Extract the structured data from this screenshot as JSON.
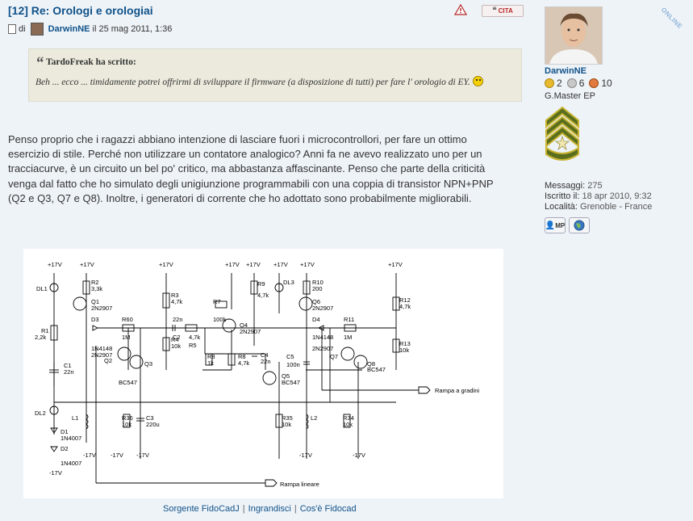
{
  "post": {
    "title": "[12] Re: Orologi e orologiai",
    "meta_prefix": "di",
    "author": "DarwinNE",
    "date": "il 25 mag 2011, 1:36",
    "quote_button": "CITA"
  },
  "quote": {
    "cite": "TardoFreak ha scritto:",
    "text": "Beh ... ecco ... timidamente potrei offrirmi di sviluppare il firmware (a disposizione di tutti) per fare l' orologio di EY."
  },
  "body": "Penso proprio che i ragazzi abbiano intenzione di lasciare fuori i microcontrollori, per fare un ottimo esercizio di stile. Perché non utilizzare un contatore analogico? Anni fa ne avevo realizzato uno per un tracciacurve, è un circuito un bel po' critico, ma abbastanza affascinante. Penso che parte della criticità venga dal fatto che ho simulato degli unigiunzione programmabili con una coppia di transistor NPN+PNP (Q2 e Q3, Q7 e Q8). Inoltre, i generatori di corrente che ho adottato sono probabilmente migliorabili.",
  "circuit": {
    "rails": [
      "+17V",
      "+17V",
      "+17V",
      "+17V",
      "+17V",
      "+17V",
      "+17V",
      "+17V"
    ],
    "neg_rails": [
      "-17V",
      "-17V",
      "-17V",
      "-17V",
      "-17V",
      "-17V"
    ],
    "components": [
      "DL1",
      "R2",
      "3,3k",
      "Q1",
      "2N2907",
      "R1",
      "2,2k",
      "D3",
      "1N4148",
      "R60",
      "1M",
      "2N2907",
      "Q2",
      "Q3",
      "BC547",
      "C1",
      "22n",
      "R3",
      "4,7k",
      "R4",
      "10k",
      "C2",
      "22n",
      "4,7k",
      "R5",
      "R7",
      "100k",
      "Q4",
      "2N2907",
      "R8",
      "1k",
      "R8",
      "4,7k",
      "C4",
      "22n",
      "Q5",
      "BC547",
      "R9",
      "4,7k",
      "DL3",
      "R10",
      "200",
      "Q6",
      "2N2907",
      "D4",
      "1N4148",
      "R11",
      "1M",
      "2N2907",
      "Q7",
      "Q8",
      "BC547",
      "C5",
      "100n",
      "R12",
      "4,7k",
      "R13",
      "10k",
      "DL2",
      "L1",
      "D1",
      "1N4007",
      "D2",
      "1N4007",
      "R36",
      "10k",
      "C3",
      "220u",
      "R35",
      "10k",
      "L2",
      "R34",
      "10k"
    ],
    "outputs": [
      "Rampa a gradini",
      "Rampa lineare"
    ]
  },
  "fido_links": [
    "Sorgente FidoCadJ",
    "Ingrandisci",
    "Cos'è Fidocad"
  ],
  "profile": {
    "online_label": "ONLINE",
    "username": "DarwinNE",
    "medals": [
      {
        "count": "2",
        "color": "#e8b830"
      },
      {
        "count": "6",
        "color": "#b8b8b8"
      },
      {
        "count": "10",
        "color": "#e07a40"
      }
    ],
    "rank": "G.Master EP",
    "stats": [
      {
        "label": "Messaggi:",
        "value": "275"
      },
      {
        "label": "Iscritto il:",
        "value": "18 apr 2010, 9:32"
      },
      {
        "label": "Località:",
        "value": "Grenoble - France"
      }
    ],
    "pm_button": "MP"
  }
}
